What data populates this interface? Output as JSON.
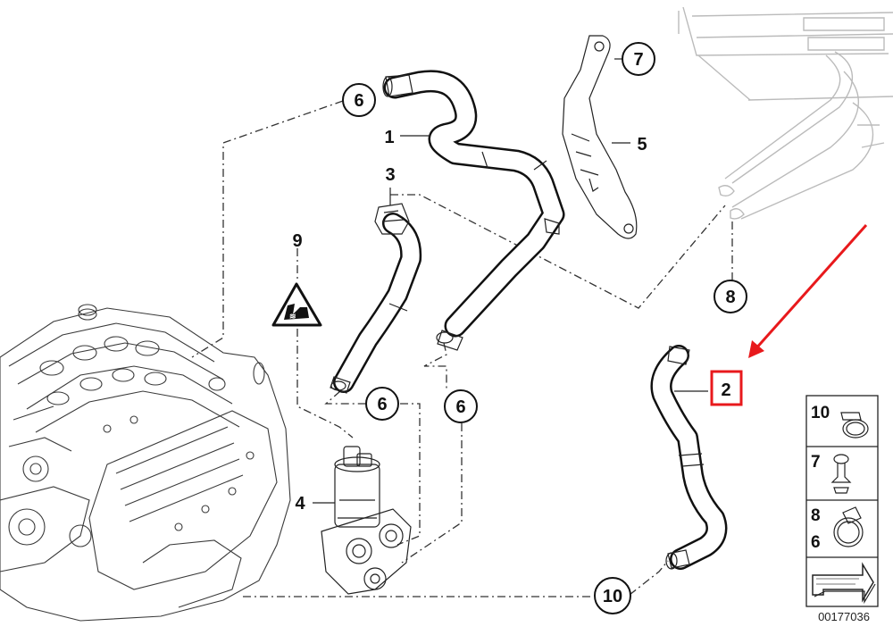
{
  "callouts": [
    {
      "id": "c6a",
      "label": "6"
    },
    {
      "id": "c7",
      "label": "7"
    },
    {
      "id": "c1",
      "label": "1"
    },
    {
      "id": "c5",
      "label": "5"
    },
    {
      "id": "c3",
      "label": "3"
    },
    {
      "id": "c9",
      "label": "9"
    },
    {
      "id": "c8",
      "label": "8"
    },
    {
      "id": "c2",
      "label": "2"
    },
    {
      "id": "c6b",
      "label": "6"
    },
    {
      "id": "c6c",
      "label": "6"
    },
    {
      "id": "c4",
      "label": "4"
    },
    {
      "id": "c10",
      "label": "10"
    }
  ],
  "legend": [
    {
      "labels": [
        "10"
      ]
    },
    {
      "labels": [
        "7"
      ]
    },
    {
      "labels": [
        "8",
        "6"
      ]
    },
    {
      "labels": []
    }
  ],
  "highlight": {
    "label": "2",
    "color": "#e8191c"
  },
  "arrow_color": "#e8191c",
  "doc_number": "00177036"
}
